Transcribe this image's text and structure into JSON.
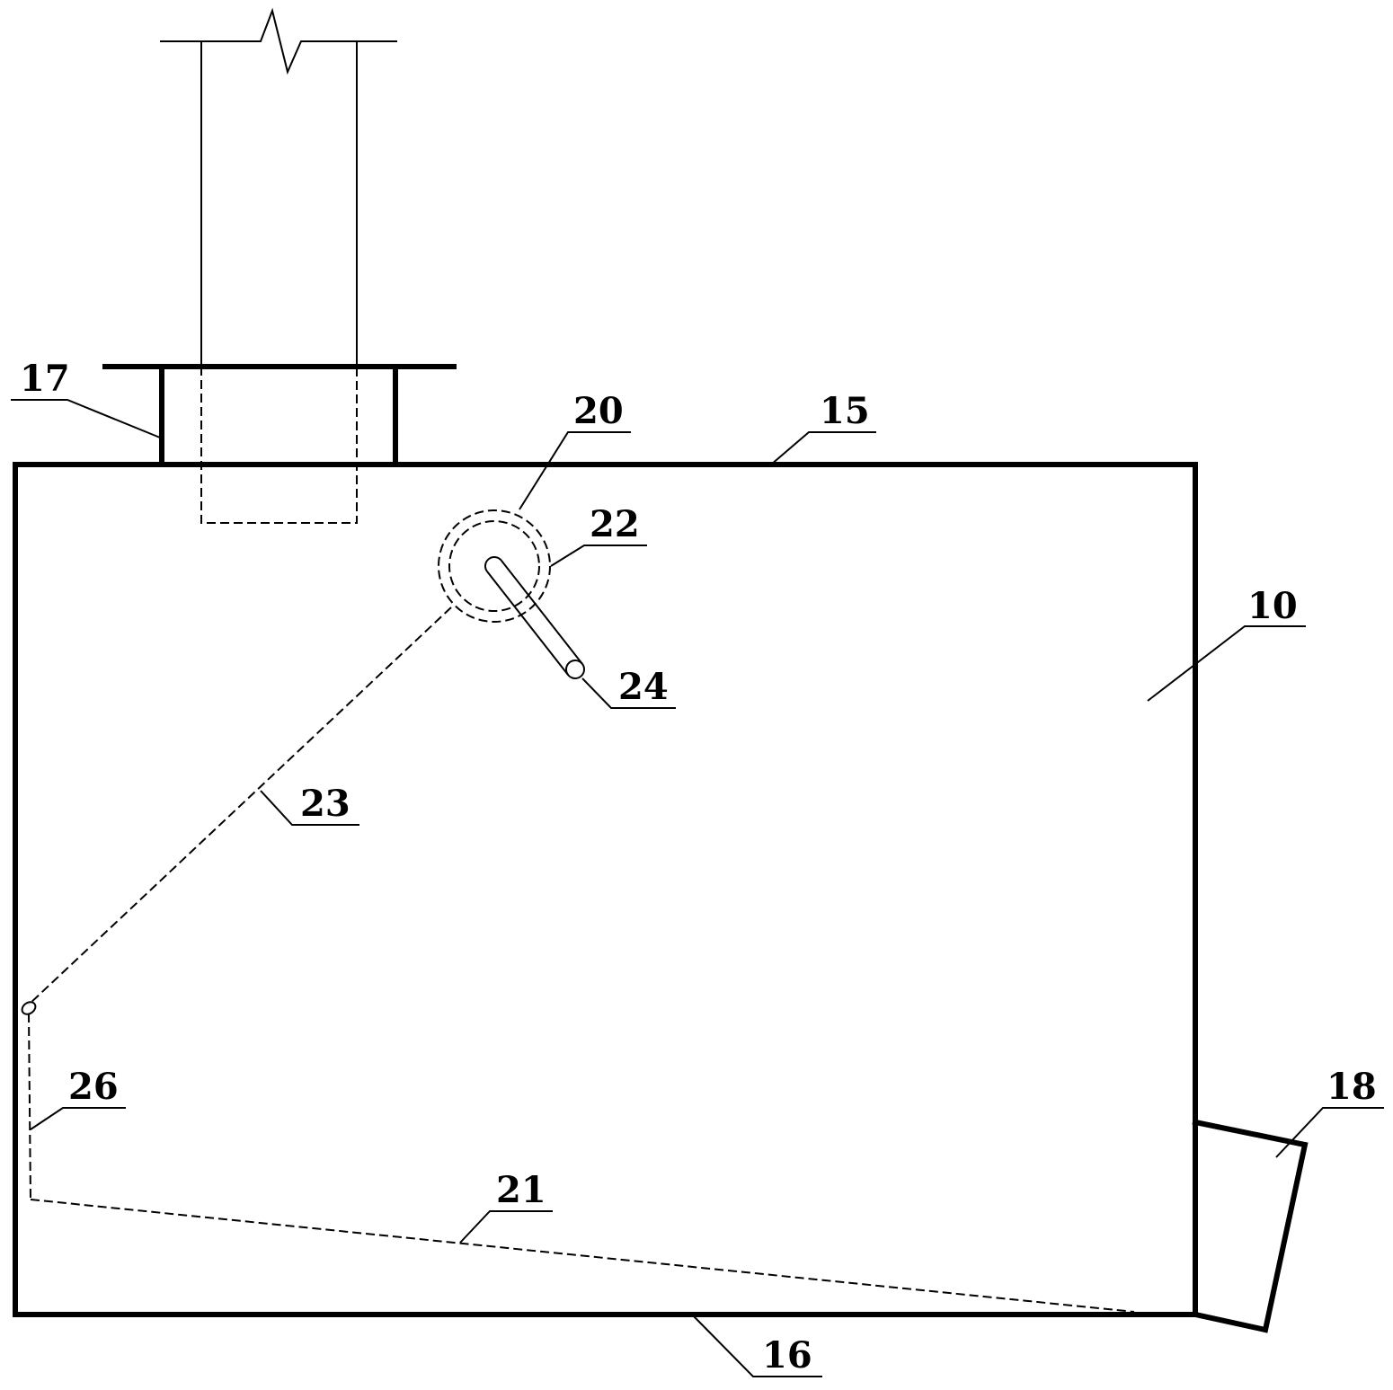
{
  "colors": {
    "line": "#000000",
    "background": "#ffffff"
  },
  "labels": {
    "body": "10",
    "top_plate": "15",
    "bottom_plate": "16",
    "feed_inlet": "17",
    "discharge_outlet": "18",
    "rotating_assembly": "20",
    "lower_wire": "21",
    "pulley_wheel": "22",
    "upper_wire": "23",
    "crank_handle": "24",
    "side_wire": "26"
  }
}
